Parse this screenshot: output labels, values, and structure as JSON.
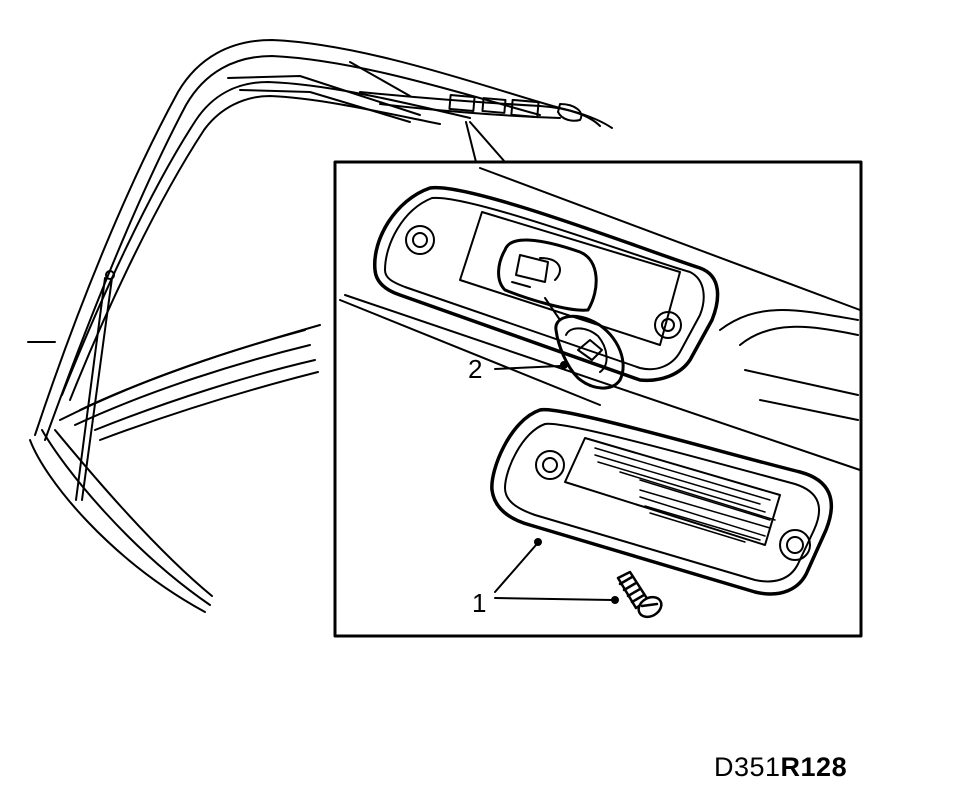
{
  "diagram": {
    "callouts": [
      {
        "id": "1",
        "label": "1"
      },
      {
        "id": "2",
        "label": "2"
      }
    ],
    "drawing_code": {
      "prefix": "D351",
      "suffix": "R128"
    }
  },
  "colors": {
    "ink": "#000000",
    "paper": "#ffffff"
  }
}
